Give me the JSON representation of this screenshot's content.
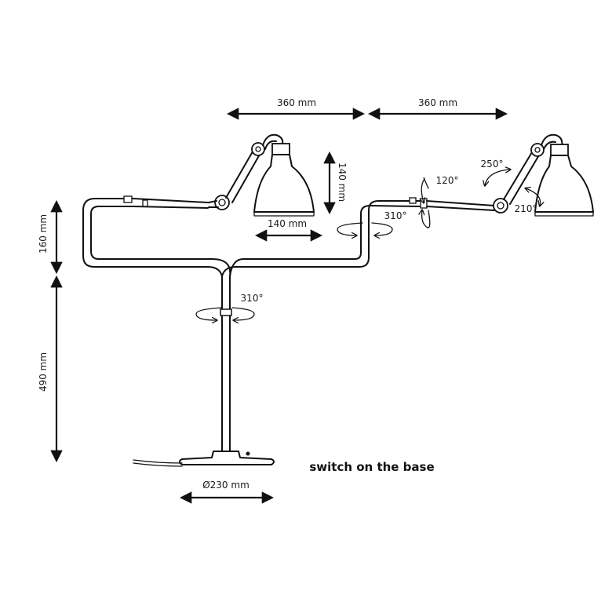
{
  "dimensions": {
    "arm_left_length": "360 mm",
    "arm_right_length": "360 mm",
    "shade_height": "140 mm",
    "shade_width": "140 mm",
    "upper_height": "160 mm",
    "lower_height": "490 mm",
    "base_diameter": "Ø230 mm"
  },
  "rotations": {
    "stem_rotation": "310°",
    "elbow_rotation": "310°",
    "joint_tilt": "120°",
    "head_rotation_upper": "250°",
    "head_rotation_lower": "210°"
  },
  "notes": {
    "switch": "switch on the base"
  }
}
